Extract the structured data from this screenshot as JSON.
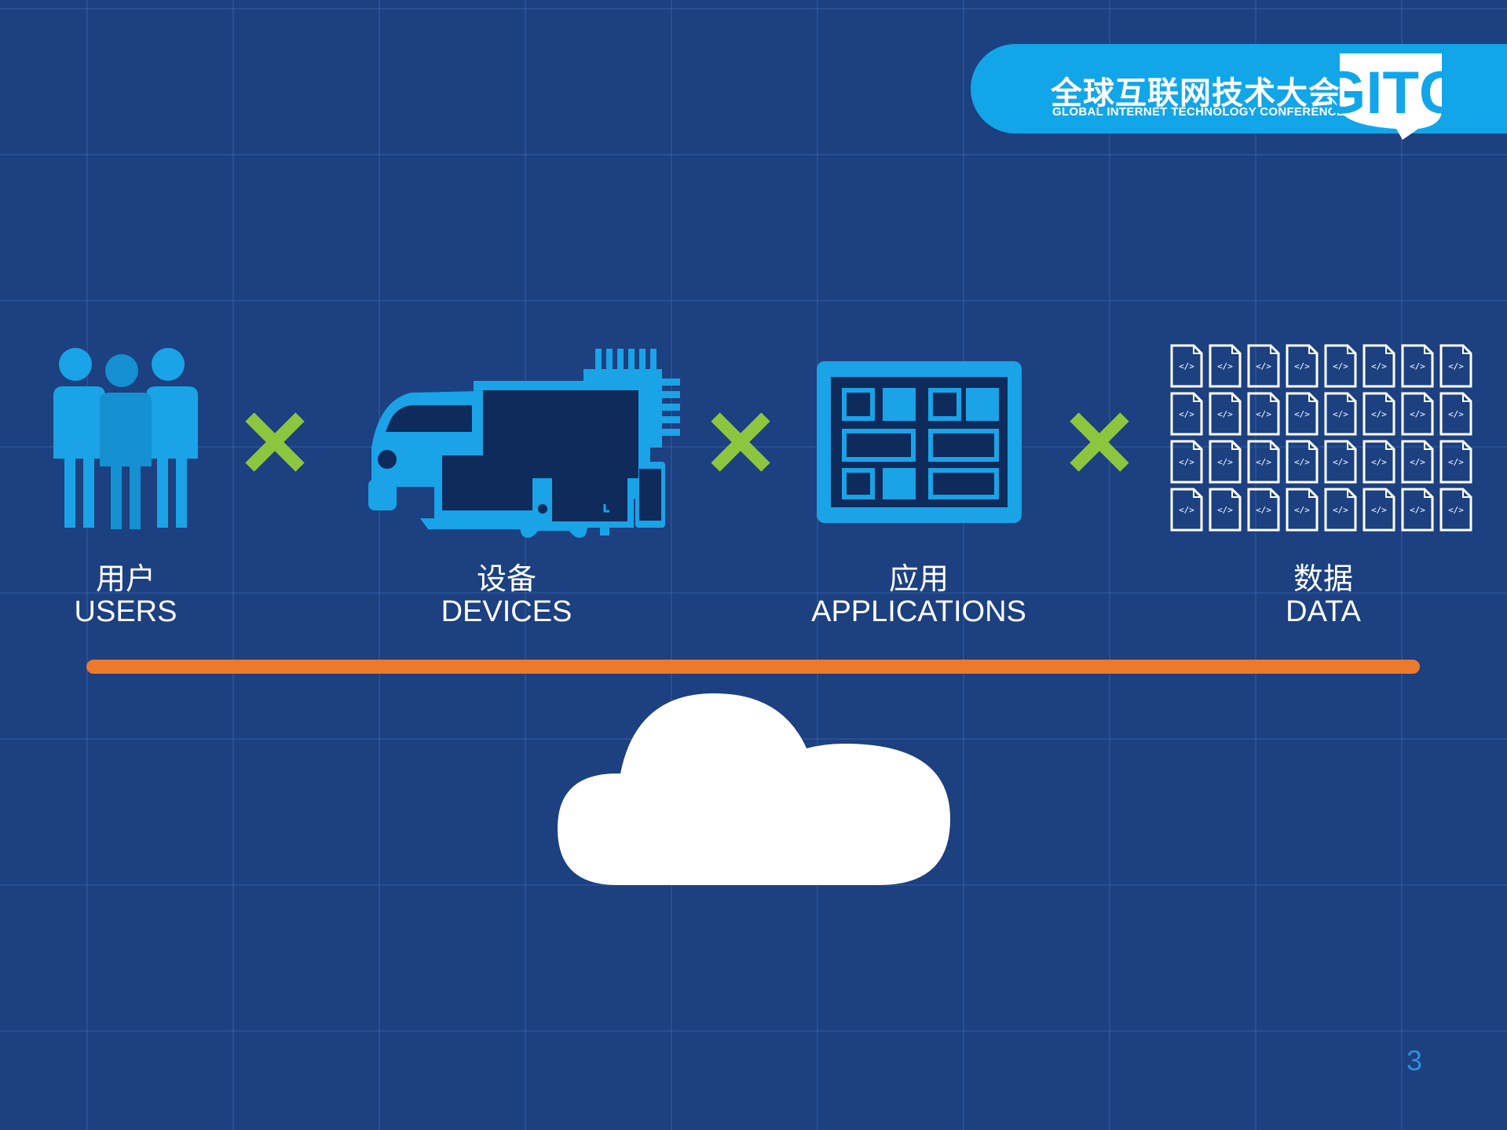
{
  "header": {
    "title_cn": "全球互联网技术大会",
    "title_en": "GLOBAL INTERNET TECHNOLOGY CONFERENCE",
    "logo": "GITC"
  },
  "pillars": [
    {
      "label_cn": "用户",
      "label_en": "USERS",
      "icon": "users-icon"
    },
    {
      "label_cn": "设备",
      "label_en": "DEVICES",
      "icon": "devices-icon"
    },
    {
      "label_cn": "应用",
      "label_en": "APPLICATIONS",
      "icon": "applications-icon"
    },
    {
      "label_cn": "数据",
      "label_en": "DATA",
      "icon": "data-files-icon"
    }
  ],
  "data_file_glyph": "</>",
  "cloud_icon": "cloud-icon",
  "page_number": "3",
  "colors": {
    "background": "#1c4080",
    "accent_blue": "#12a6e8",
    "times_green": "#8cc63f",
    "divider_orange": "#ec7a2e",
    "white": "#ffffff"
  }
}
